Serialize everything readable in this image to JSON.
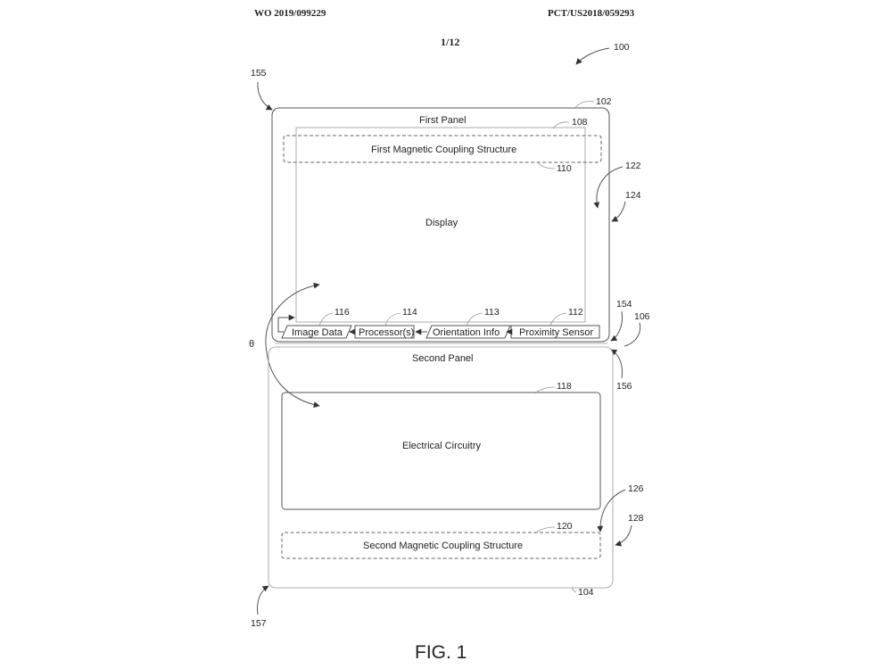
{
  "header": {
    "pub_number": "WO 2019/099229",
    "app_number": "PCT/US2018/059293",
    "sheet": "1/12"
  },
  "figure": {
    "caption": "FIG. 1",
    "angle_symbol": "θ"
  },
  "boxes": {
    "first_panel": "First Panel",
    "first_magnetic": "First Magnetic Coupling Structure",
    "display": "Display",
    "image_data": "Image Data",
    "processors": "Processor(s)",
    "orientation_info": "Orientation Info",
    "proximity_sensor": "Proximity Sensor",
    "second_panel": "Second Panel",
    "electrical_circuitry": "Electrical Circuitry",
    "second_magnetic": "Second Magnetic Coupling Structure"
  },
  "refs": {
    "r100": "100",
    "r102": "102",
    "r104": "104",
    "r106": "106",
    "r108": "108",
    "r110": "110",
    "r112": "112",
    "r113": "113",
    "r114": "114",
    "r116": "116",
    "r118": "118",
    "r120": "120",
    "r122": "122",
    "r124": "124",
    "r126": "126",
    "r128": "128",
    "r154": "154",
    "r155": "155",
    "r156": "156",
    "r157": "157"
  }
}
